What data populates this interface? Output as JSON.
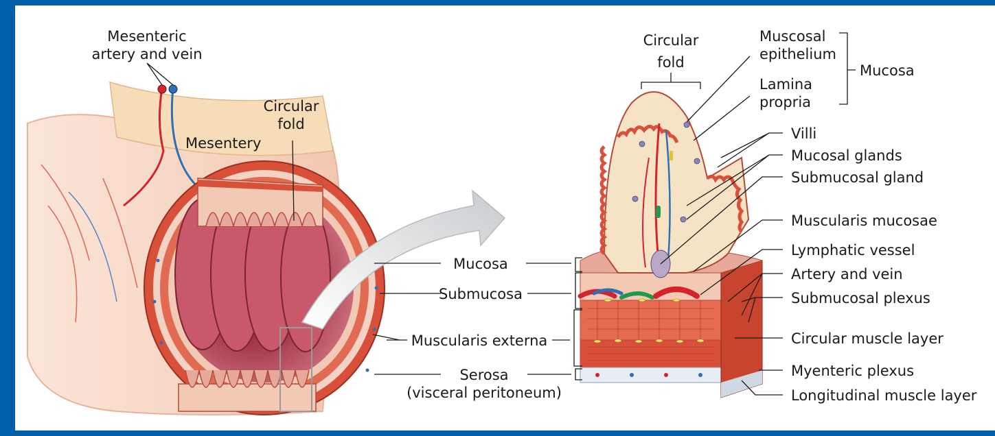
{
  "labels": {
    "mesenteric_artery_vein": [
      "Mesenteric",
      "artery and vein"
    ],
    "mesentery": "Mesentery",
    "circular_fold_left": [
      "Circular",
      "fold"
    ],
    "circular_fold_right": [
      "Circular",
      "fold"
    ],
    "mucosa_left": "Mucosa",
    "submucosa_left": "Submucosa",
    "muscularis_externa": "Muscularis externa",
    "serosa": [
      "Serosa",
      "(visceral peritoneum)"
    ],
    "mucosal_epithelium": [
      "Muscosal",
      "epithelium"
    ],
    "lamina_propria": [
      "Lamina",
      "propria"
    ],
    "mucosa_group": "Mucosa",
    "villi": "Villi",
    "mucosal_glands": "Mucosal glands",
    "submucosal_gland": "Submucosal gland",
    "muscularis_mucosae": "Muscularis mucosae",
    "lymphatic_vessel": "Lymphatic vessel",
    "artery_and_vein": "Artery and vein",
    "submucosal_plexus": "Submucosal plexus",
    "circular_muscle_layer": "Circular muscle layer",
    "myenteric_plexus": "Myenteric plexus",
    "longitudinal_muscle_layer": "Longitudinal muscle layer"
  },
  "colors": {
    "frame": "#005ea8",
    "background": "#ffffff",
    "muscle": "#d9503a",
    "mucosa_pink": "#c9586a",
    "submucosa": "#f3c9b4",
    "mesentery": "#f7dcb8",
    "artery": "#d4232c",
    "vein": "#2f6fb5"
  }
}
